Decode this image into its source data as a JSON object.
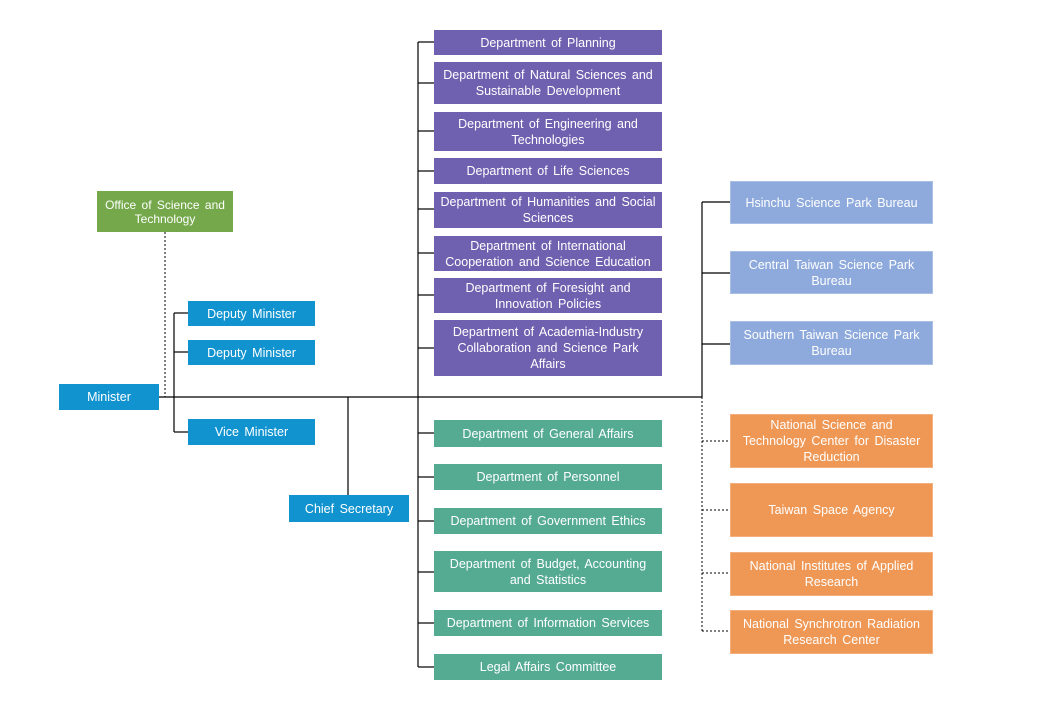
{
  "minister": "Minister",
  "office": "Office of Science and Technology",
  "deputy_ministers": [
    "Deputy Minister",
    "Deputy Minister"
  ],
  "vice_minister": "Vice Minister",
  "chief_secretary": "Chief Secretary",
  "departments_upper": [
    "Department  of Planning",
    "Department  of Natural Sciences and Sustainable Development",
    "Department  of Engineering  and Technologies",
    "Department  of Life Sciences",
    "Department  of Humanities  and Social Sciences",
    "Department  of International Cooperation  and Science Education",
    "Department  of Foresight  and Innovation  Policies",
    "Department  of Academia-Industry Collaboration  and Science Park Affairs"
  ],
  "departments_lower": [
    "Department  of General Affairs",
    "Department  of Personnel",
    "Department  of Government  Ethics",
    "Department  of Budget, Accounting and Statistics",
    "Department  of Information  Services",
    "Legal Affairs Committee"
  ],
  "science_park_bureaus": [
    "Hsinchu  Science Park Bureau",
    "Central Taiwan  Science Park Bureau",
    "Southern Taiwan  Science Park Bureau"
  ],
  "affiliated_agencies": [
    "National Science and Technology Center for Disaster Reduction",
    "Taiwan Space Agency",
    "National Institutes of Applied Research",
    "National Synchrotron Radiation Research Center"
  ],
  "colors": {
    "leadership": "#1193cf",
    "office": "#74a84a",
    "upper_departments": "#7061b0",
    "lower_departments": "#55ab92",
    "bureaus": "#8eaadc",
    "agencies": "#ef9856"
  }
}
